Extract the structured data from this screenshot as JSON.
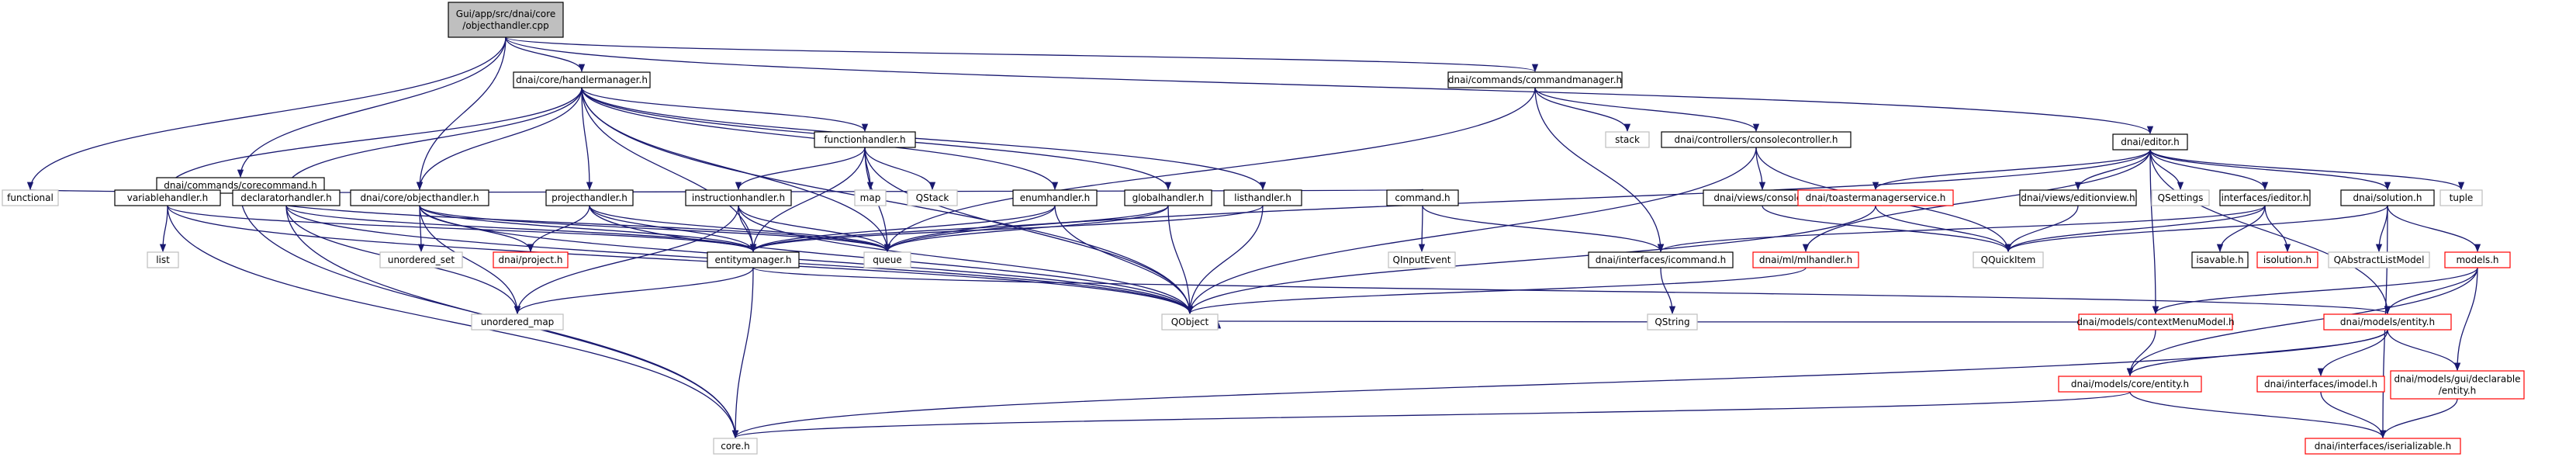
{
  "diagram": {
    "colors": {
      "edge": "#191970",
      "normal_border": "#000000",
      "missing_border": "#bfbfbf",
      "link_border": "#ff0000",
      "root_fill": "#bfbfbf",
      "fill": "#ffffff"
    },
    "nodes": [
      {
        "id": "root",
        "lines": [
          "Gui/app/src/dnai/core",
          "/objecthandler.cpp"
        ],
        "style": "root"
      },
      {
        "id": "handlermanager",
        "lines": [
          "dnai/core/handlermanager.h"
        ],
        "style": "normal"
      },
      {
        "id": "commandmanager",
        "lines": [
          "dnai/commands/commandmanager.h"
        ],
        "style": "normal"
      },
      {
        "id": "corecommand",
        "lines": [
          "dnai/commands/corecommand.h"
        ],
        "style": "normal"
      },
      {
        "id": "editor",
        "lines": [
          "dnai/editor.h"
        ],
        "style": "normal"
      },
      {
        "id": "functional",
        "lines": [
          "functional"
        ],
        "style": "missing"
      },
      {
        "id": "variablehandler",
        "lines": [
          "variablehandler.h"
        ],
        "style": "normal"
      },
      {
        "id": "declaratorhandler",
        "lines": [
          "declaratorhandler.h"
        ],
        "style": "normal"
      },
      {
        "id": "objecthandler",
        "lines": [
          "dnai/core/objecthandler.h"
        ],
        "style": "normal"
      },
      {
        "id": "projecthandler",
        "lines": [
          "projecthandler.h"
        ],
        "style": "normal"
      },
      {
        "id": "functionhandler",
        "lines": [
          "functionhandler.h"
        ],
        "style": "normal"
      },
      {
        "id": "instructionhandler",
        "lines": [
          "instructionhandler.h"
        ],
        "style": "normal"
      },
      {
        "id": "enumhandler",
        "lines": [
          "enumhandler.h"
        ],
        "style": "normal"
      },
      {
        "id": "globalhandler",
        "lines": [
          "globalhandler.h"
        ],
        "style": "normal"
      },
      {
        "id": "listhandler",
        "lines": [
          "listhandler.h"
        ],
        "style": "normal"
      },
      {
        "id": "map",
        "lines": [
          "map"
        ],
        "style": "missing"
      },
      {
        "id": "qstack",
        "lines": [
          "QStack"
        ],
        "style": "missing"
      },
      {
        "id": "stack",
        "lines": [
          "stack"
        ],
        "style": "missing"
      },
      {
        "id": "consolecontroller",
        "lines": [
          "dnai/controllers/consolecontroller.h"
        ],
        "style": "normal"
      },
      {
        "id": "command",
        "lines": [
          "command.h"
        ],
        "style": "normal"
      },
      {
        "id": "console",
        "lines": [
          "dnai/views/console.h"
        ],
        "style": "normal"
      },
      {
        "id": "list",
        "lines": [
          "list"
        ],
        "style": "missing"
      },
      {
        "id": "unordered_set",
        "lines": [
          "unordered_set"
        ],
        "style": "missing"
      },
      {
        "id": "project",
        "lines": [
          "dnai/project.h"
        ],
        "style": "link"
      },
      {
        "id": "entitymanager",
        "lines": [
          "entitymanager.h"
        ],
        "style": "normal"
      },
      {
        "id": "queue",
        "lines": [
          "queue"
        ],
        "style": "missing"
      },
      {
        "id": "qinputevent",
        "lines": [
          "QInputEvent"
        ],
        "style": "missing"
      },
      {
        "id": "icommand",
        "lines": [
          "dnai/interfaces/icommand.h"
        ],
        "style": "normal"
      },
      {
        "id": "mlhandler",
        "lines": [
          "dnai/ml/mlhandler.h"
        ],
        "style": "link"
      },
      {
        "id": "toastermanager",
        "lines": [
          "dnai/toastermanagerservice.h"
        ],
        "style": "link"
      },
      {
        "id": "editionview",
        "lines": [
          "dnai/views/editionview.h"
        ],
        "style": "normal"
      },
      {
        "id": "qsettings",
        "lines": [
          "QSettings"
        ],
        "style": "missing"
      },
      {
        "id": "ieditor",
        "lines": [
          "interfaces/ieditor.h"
        ],
        "style": "normal"
      },
      {
        "id": "solution",
        "lines": [
          "dnai/solution.h"
        ],
        "style": "normal"
      },
      {
        "id": "tuple",
        "lines": [
          "tuple"
        ],
        "style": "missing"
      },
      {
        "id": "qquickitem",
        "lines": [
          "QQuickItem"
        ],
        "style": "missing"
      },
      {
        "id": "isavable",
        "lines": [
          "isavable.h"
        ],
        "style": "normal"
      },
      {
        "id": "isolution",
        "lines": [
          "isolution.h"
        ],
        "style": "link"
      },
      {
        "id": "qabstractlistmodel",
        "lines": [
          "QAbstractListModel"
        ],
        "style": "missing"
      },
      {
        "id": "models",
        "lines": [
          "models.h"
        ],
        "style": "link"
      },
      {
        "id": "unordered_map",
        "lines": [
          "unordered_map"
        ],
        "style": "missing"
      },
      {
        "id": "qobject",
        "lines": [
          "QObject"
        ],
        "style": "missing"
      },
      {
        "id": "qstring",
        "lines": [
          "QString"
        ],
        "style": "missing"
      },
      {
        "id": "contextmenumodel",
        "lines": [
          "dnai/models/contextMenuModel.h"
        ],
        "style": "link"
      },
      {
        "id": "modelsentity",
        "lines": [
          "dnai/models/entity.h"
        ],
        "style": "link"
      },
      {
        "id": "coreentity",
        "lines": [
          "dnai/models/core/entity.h"
        ],
        "style": "link"
      },
      {
        "id": "imodel",
        "lines": [
          "dnai/interfaces/imodel.h"
        ],
        "style": "link"
      },
      {
        "id": "guidecl",
        "lines": [
          "dnai/models/gui/declarable",
          "/entity.h"
        ],
        "style": "link"
      },
      {
        "id": "coreh",
        "lines": [
          "core.h"
        ],
        "style": "missing"
      },
      {
        "id": "iserializable",
        "lines": [
          "dnai/interfaces/iserializable.h"
        ],
        "style": "link"
      }
    ]
  }
}
